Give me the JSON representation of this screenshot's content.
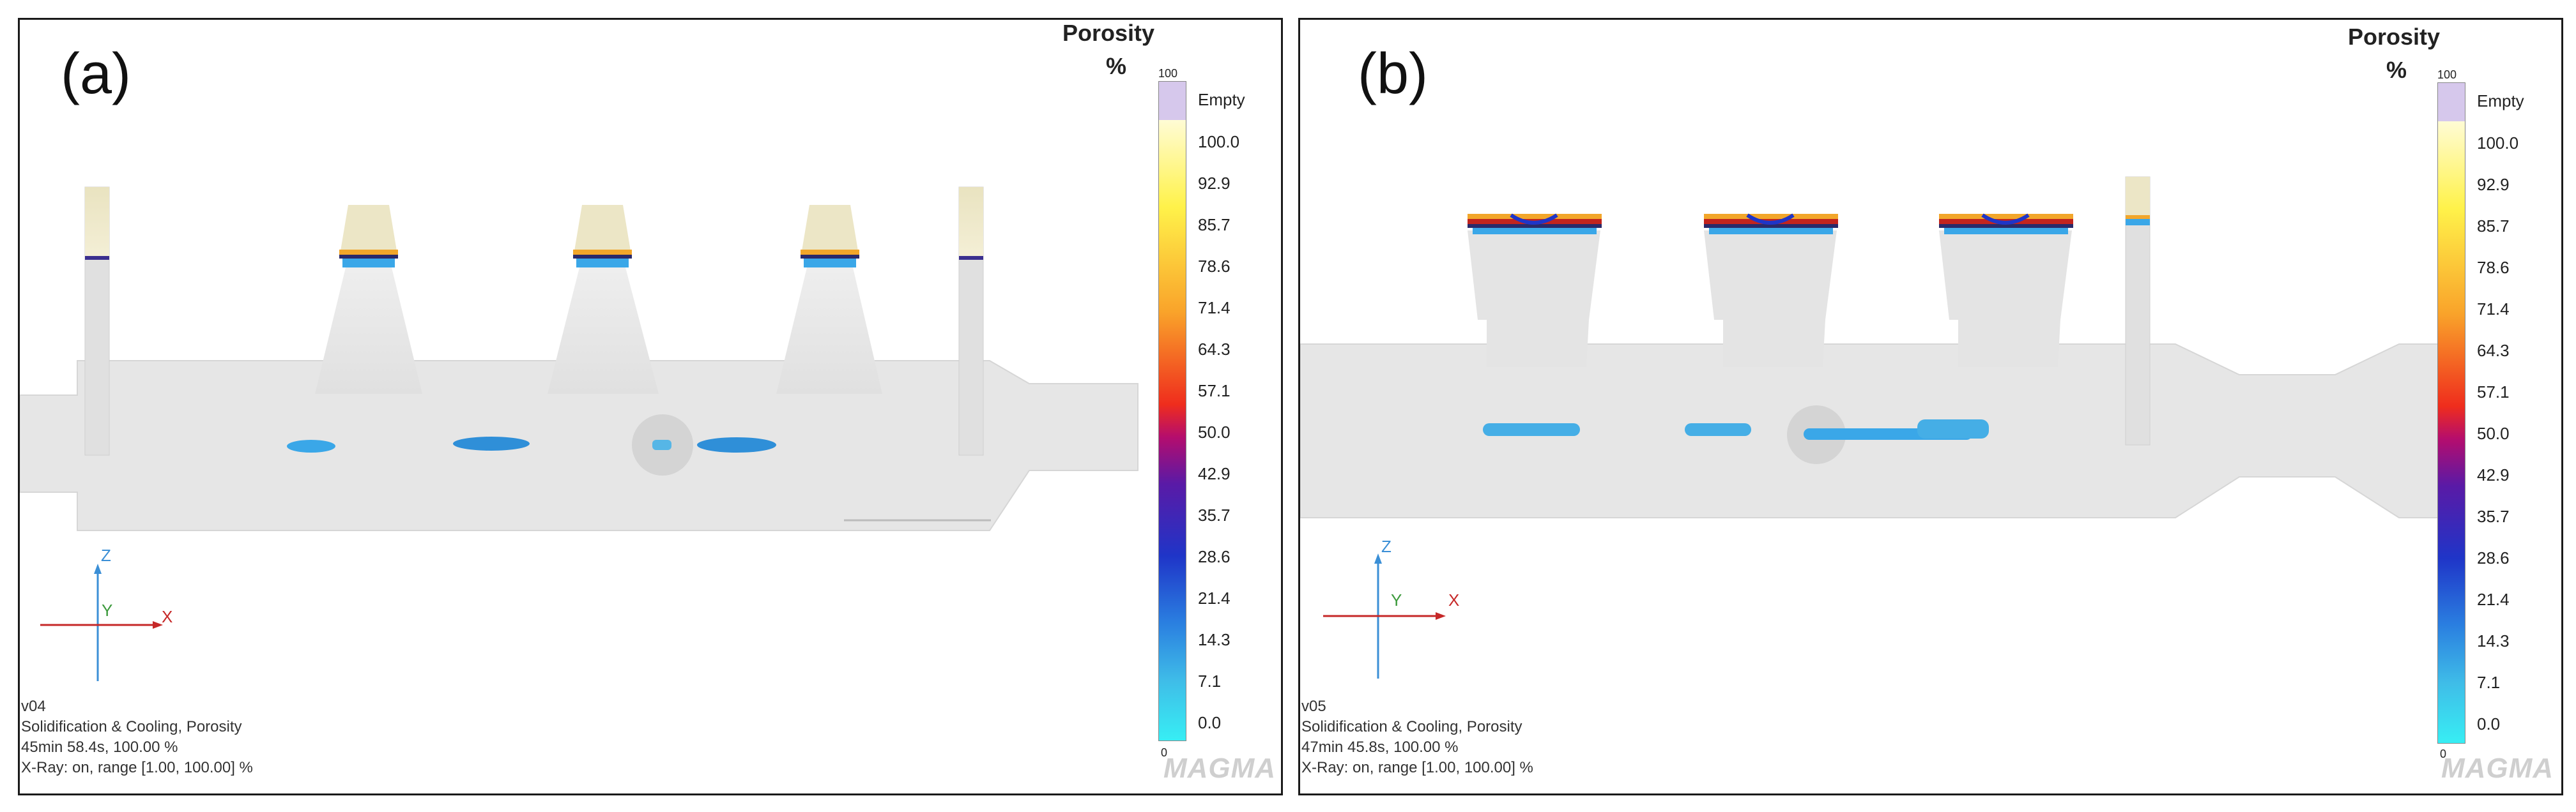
{
  "panels": [
    {
      "label": "(a)",
      "legend": {
        "title": "Porosity",
        "unit": "%",
        "top_label": "100",
        "bottom_label": "0",
        "empty_label": "Empty",
        "ticks": [
          "100.0",
          "92.9",
          "85.7",
          "78.6",
          "71.4",
          "64.3",
          "57.1",
          "50.0",
          "42.9",
          "35.7",
          "28.6",
          "21.4",
          "14.3",
          "7.1",
          "0.0"
        ]
      },
      "axes": {
        "z": "Z",
        "y": "Y",
        "x": "X"
      },
      "info": [
        "v04",
        "Solidification & Cooling, Porosity",
        "45min 58.4s, 100.00 %",
        "X-Ray: on, range [1.00, 100.00] %"
      ],
      "logo": "MAGMA"
    },
    {
      "label": "(b)",
      "legend": {
        "title": "Porosity",
        "unit": "%",
        "top_label": "100",
        "bottom_label": "0",
        "empty_label": "Empty",
        "ticks": [
          "100.0",
          "92.9",
          "85.7",
          "78.6",
          "71.4",
          "64.3",
          "57.1",
          "50.0",
          "42.9",
          "35.7",
          "28.6",
          "21.4",
          "14.3",
          "7.1",
          "0.0"
        ]
      },
      "axes": {
        "z": "Z",
        "y": "Y",
        "x": "X"
      },
      "info": [
        "v05",
        "Solidification & Cooling, Porosity",
        "47min 45.8s, 100.00 %",
        "X-Ray: on, range [1.00, 100.00] %"
      ],
      "logo": "MAGMA"
    }
  ],
  "colors": {
    "casting_gray": "#e6e6e6",
    "riser_cream": "#ece6c6",
    "porosity_blue": "#3aa7e8",
    "empty_lavender": "#d6c8ec",
    "axis_red": "#c62828",
    "axis_blue": "#3b8fd6",
    "axis_green": "#3c9a3c"
  }
}
